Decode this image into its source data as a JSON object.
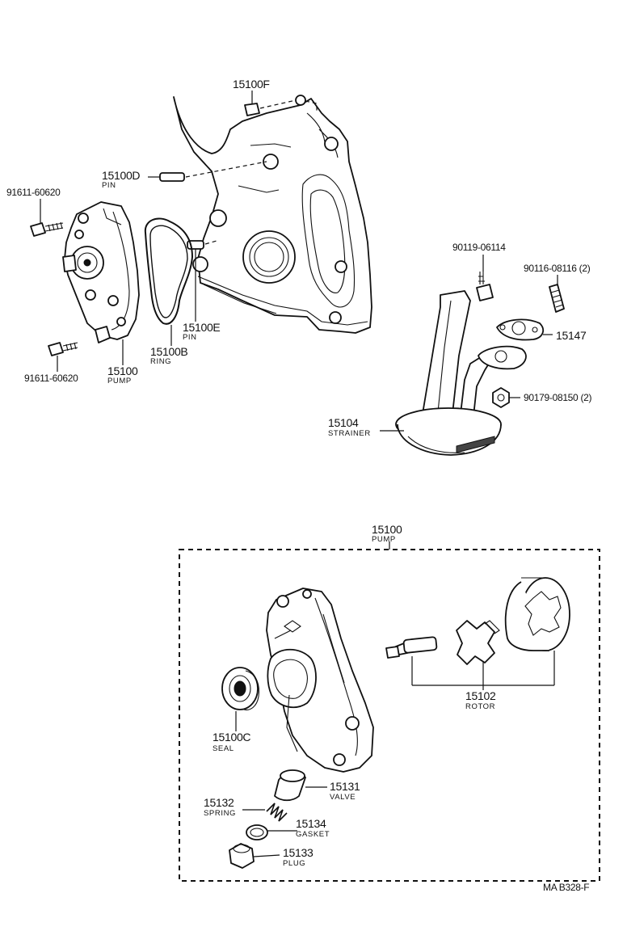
{
  "labels": {
    "p15100F": "15100F",
    "p15100D": "15100D",
    "pin_d": "PIN",
    "p91611_top": "91611-60620",
    "p15100E": "15100E",
    "pin_e": "PIN",
    "p15100B": "15100B",
    "ring": "RING",
    "p15100_top": "15100",
    "pump_top": "PUMP",
    "p91611_bottom": "91611-60620",
    "p90119": "90119-06114",
    "p90116": "90116-08116 (2)",
    "p15147": "15147",
    "p90179": "90179-08150 (2)",
    "p15104": "15104",
    "strainer": "STRAINER",
    "p15100_pump": "15100",
    "pump_frame": "PUMP",
    "p15102": "15102",
    "rotor": "ROTOR",
    "p15100C": "15100C",
    "seal": "SEAL",
    "p15131": "15131",
    "valve": "VALVE",
    "p15132": "15132",
    "spring": "SPRING",
    "p15134": "15134",
    "gasket": "GASKET",
    "p15133": "15133",
    "plug": "PLUG",
    "code": "MA B328-F"
  }
}
